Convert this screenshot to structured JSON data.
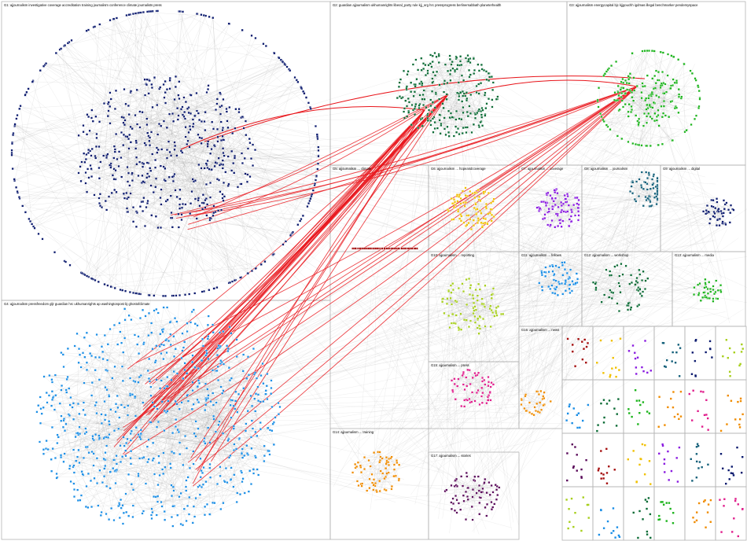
{
  "graph": {
    "type": "network-graph",
    "edge_color": "#8c8c8c",
    "highlight_edge_color": "#e8141a",
    "panel_border_color": "#b4b4b4",
    "groups": [
      {
        "id": "G1",
        "label": "G1: ajjournalism investigative coverage accreditation training journalism conference climate journalists press",
        "color": "#0b1a6e"
      },
      {
        "id": "G2",
        "label": "G2: guardian ajjournalism ukhumanrights liberal_party rule kjj_org hrc pressprogress berlinersabbath planeterhealth",
        "color": "#0b6b35"
      },
      {
        "id": "G3",
        "label": "G3: ajjournalism energycapital bjc kjjgouchh igdmas illegal benchmarker pendemyspace",
        "color": "#1cb41c"
      },
      {
        "id": "G4",
        "label": "G4: ajjournalism pressfreedom gljr guardian hrc ukhumanrights ap washingtonpost bj ghostofclimate",
        "color": "#1a8ee6"
      },
      {
        "id": "G5",
        "label": "G5: ajjournalism ... climate",
        "color": "#a50d0d"
      },
      {
        "id": "G6",
        "label": "G6: ajjournalism ... hopeandcoverage",
        "color": "#f0c000"
      },
      {
        "id": "G7",
        "label": "G7: ajjournalism ... coverage",
        "color": "#8a1be0"
      },
      {
        "id": "G8",
        "label": "G8: ajjournalism ... journalism",
        "color": "#14607a"
      },
      {
        "id": "G9",
        "label": "G9: ajjournalism ... digital",
        "color": "#0b1a6e"
      },
      {
        "id": "G10",
        "label": "G10: ajjournalism ... reporting",
        "color": "#a7cf1c"
      },
      {
        "id": "G11",
        "label": "G11: ajjournalism ... fellows",
        "color": "#1a8ee6"
      },
      {
        "id": "G12",
        "label": "G12: ajjournalism ... workshop",
        "color": "#0b6b35"
      },
      {
        "id": "G13",
        "label": "G13: ajjournalism ... media",
        "color": "#1cb41c"
      },
      {
        "id": "G14",
        "label": "G14: ajjournalism ... training",
        "color": "#f08c00"
      },
      {
        "id": "G15",
        "label": "G15: ajjournalism ... press",
        "color": "#e01e8c"
      },
      {
        "id": "G16",
        "label": "G16: ajjournalism ... news",
        "color": "#f08c00"
      },
      {
        "id": "G17",
        "label": "G17: ajjournalism ... stories",
        "color": "#5a0a5a"
      }
    ]
  }
}
